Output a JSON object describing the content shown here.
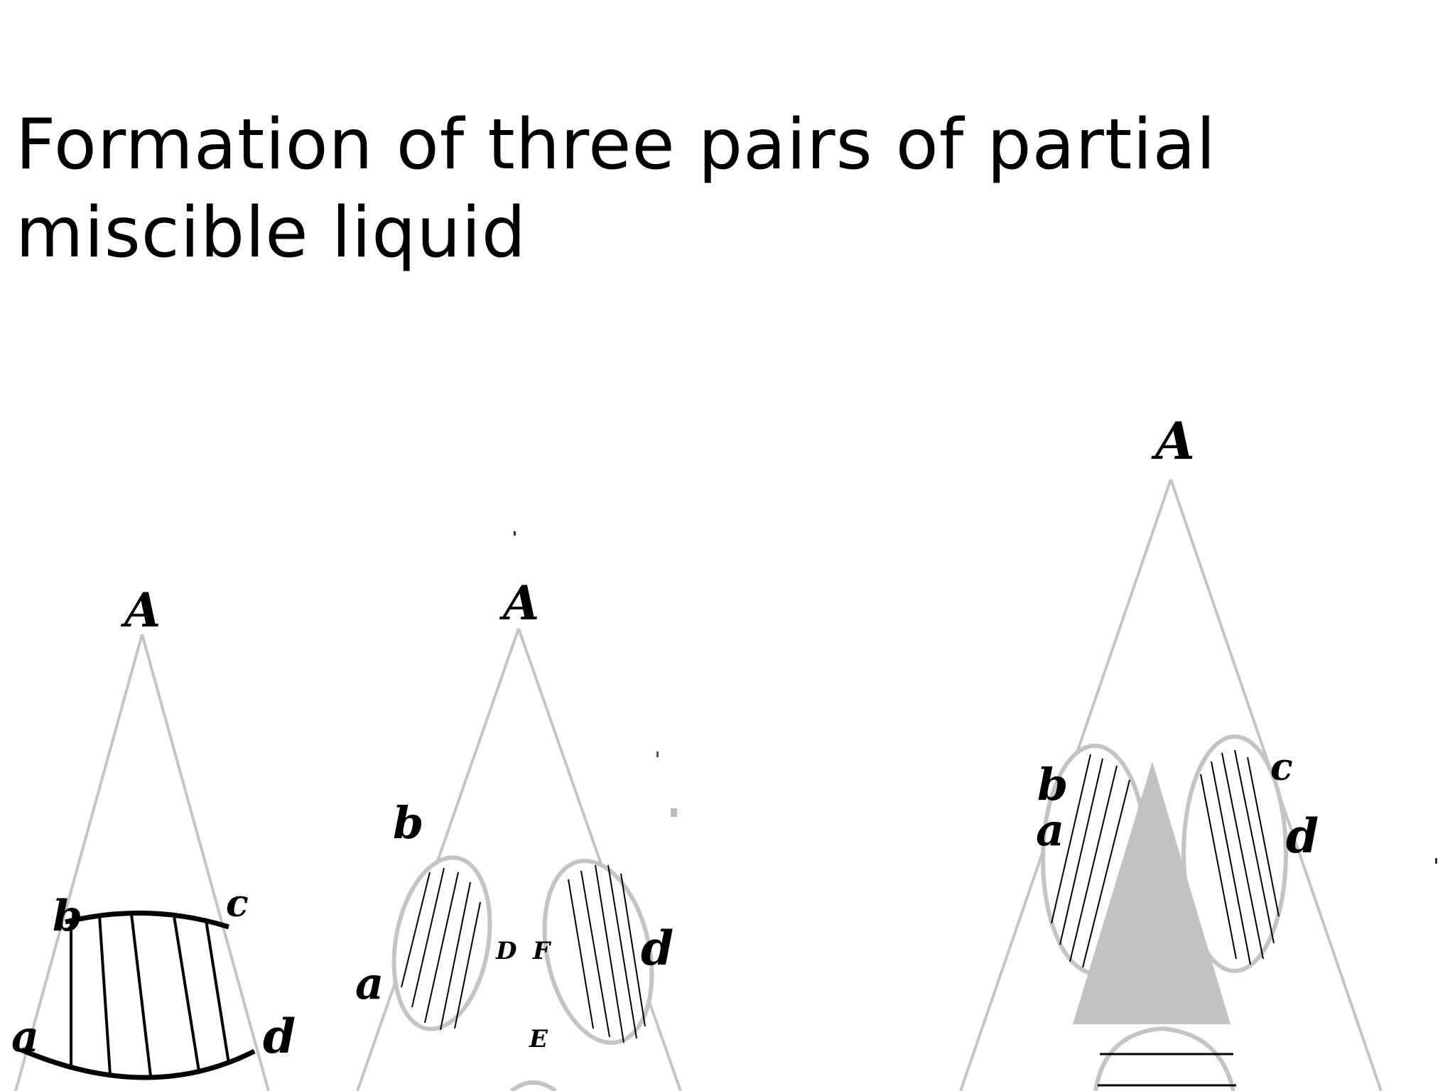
{
  "slide": {
    "title_line1": "Formation of three pairs of partial",
    "title_line2": "miscible liquid"
  },
  "diagrams": [
    {
      "apex": "A",
      "points": {
        "b": "b",
        "c": "c",
        "a": "a",
        "d": "d"
      }
    },
    {
      "apex": "A",
      "points": {
        "b": "b",
        "a": "a",
        "d": "d",
        "D": "D",
        "F": "F",
        "E": "E"
      }
    },
    {
      "apex": "A",
      "points": {
        "b": "b",
        "a": "a",
        "c": "c",
        "d": "d"
      }
    }
  ],
  "colors": {
    "outline": "#c4c4c4",
    "fill_triangle": "#c2c2c4",
    "ink": "#000000"
  }
}
